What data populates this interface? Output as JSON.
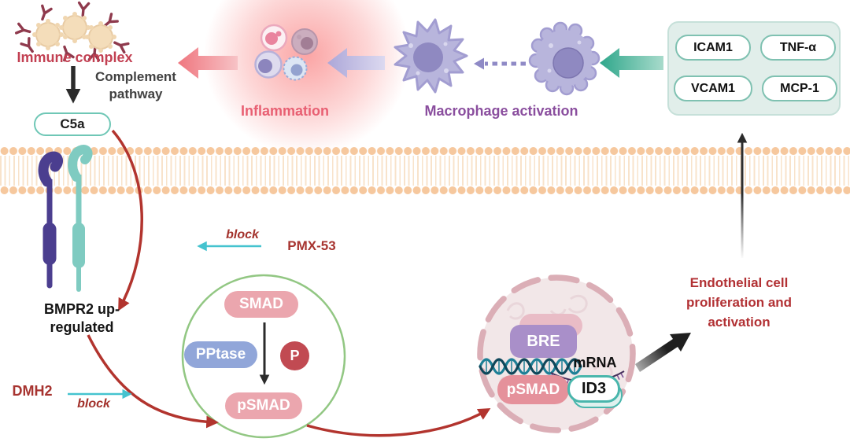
{
  "colors": {
    "immune_red": "#c24052",
    "complement_gray": "#414141",
    "c5a_border": "#6fc7b6",
    "membrane_head": "#f6c89e",
    "receptor_purple": "#4b3e8f",
    "receptor_teal": "#7fcbc1",
    "red_arrow": "#b2342e",
    "teal_block_arrow": "#45c3cf",
    "dark_red_text": "#a73430",
    "green_circle": "#92c783",
    "pink_pill": "#eba6ae",
    "blue_pill": "#91a6d9",
    "p_circle": "#c14a52",
    "inflammation_pink": "#e85f72",
    "macrophage_purple": "#8a4e9e",
    "macrophage_fill": "#b8b5dc",
    "big_teal_arrow": "#2fa78b",
    "cytokine_pill_border": "#7fc1b1",
    "nucleus_border": "#dbaeb6",
    "bre_purple": "#a98fc9",
    "id3_teal": "#49b6ac",
    "endothelial_red": "#b23134",
    "black_arrow": "#2b2b2b"
  },
  "top_left": {
    "immune_complex": "Immune complex",
    "complement_pathway": "Complement pathway",
    "c5a": "C5a"
  },
  "receptor": {
    "label": "BMPR2 up-regulated"
  },
  "inhibitors": {
    "dmh2": "DMH2",
    "dmh2_block": "block",
    "pmx53": "PMX-53",
    "pmx53_block": "block"
  },
  "smad_cycle": {
    "smad": "SMAD",
    "pptase": "PPtase",
    "phosphate": "P",
    "psmad": "pSMAD"
  },
  "inflammation": {
    "label": "Inflammation"
  },
  "macrophage": {
    "label": "Macrophage activation"
  },
  "cytokine_panel": {
    "items": [
      {
        "label": "ICAM1"
      },
      {
        "label": "TNF-α"
      },
      {
        "label": "VCAM1"
      },
      {
        "label": "MCP-1"
      }
    ]
  },
  "nucleus": {
    "bre": "BRE",
    "mrna": "mRNA",
    "psmad": "pSMAD",
    "id3": "ID3"
  },
  "outcome": {
    "label": "Endothelial cell proliferation and activation"
  }
}
